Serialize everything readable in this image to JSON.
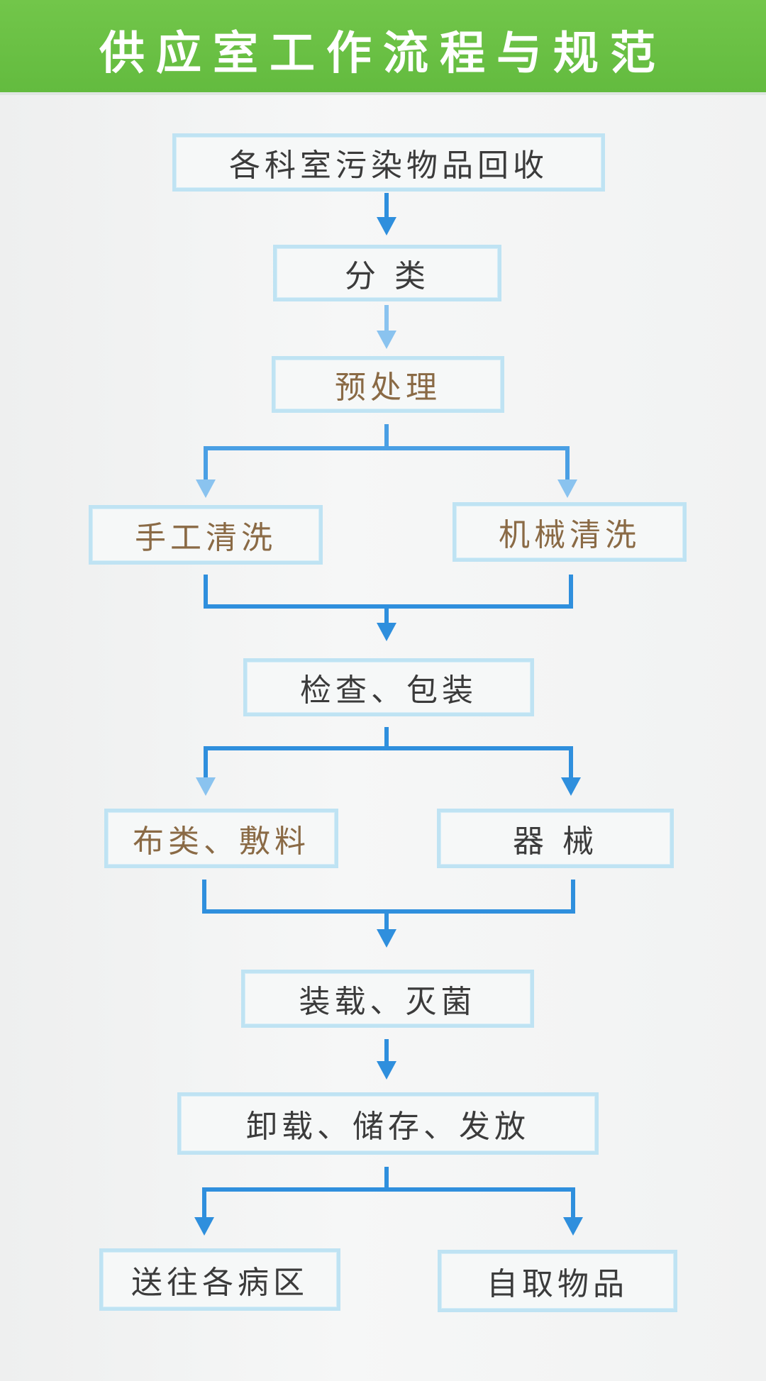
{
  "title": "供应室工作流程与规范",
  "colors": {
    "header_green": "#66bd42",
    "arrow_blue": "#2f8fdd",
    "node_border": "#bfe3f3",
    "text_dark": "#3b3b3b",
    "text_brown": "#8a6a45"
  },
  "steps": {
    "collect": "各科室污染物品回收",
    "classify": "分 类",
    "pretreat": "预处理",
    "manual_wash": "手工清洗",
    "machine_wash": "机械清洗",
    "inspect_pack": "检查、包装",
    "cloth_dressing": "布类、敷料",
    "instruments": "器 械",
    "load_sterilize": "装载、灭菌",
    "unload_store_issue": "卸载、储存、发放",
    "deliver_wards": "送往各病区",
    "self_pickup": "自取物品"
  }
}
